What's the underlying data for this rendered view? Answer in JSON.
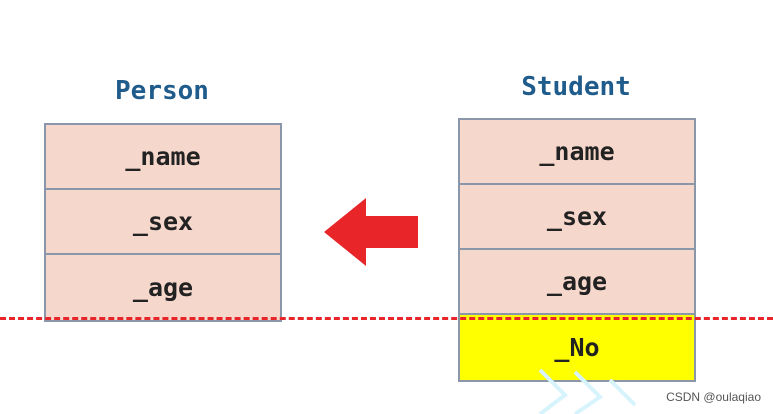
{
  "diagram": {
    "left": {
      "title": "Person",
      "fields": [
        "_name",
        "_sex",
        "_age"
      ]
    },
    "right": {
      "title": "Student",
      "fields": [
        "_name",
        "_sex",
        "_age",
        "_No"
      ]
    },
    "arrow_color": "#e8262a",
    "divider_color": "#e8262a",
    "cell_color": "#f6d7cb",
    "highlight_color": "#ffff00"
  },
  "watermark": "CSDN @oulaqiao"
}
